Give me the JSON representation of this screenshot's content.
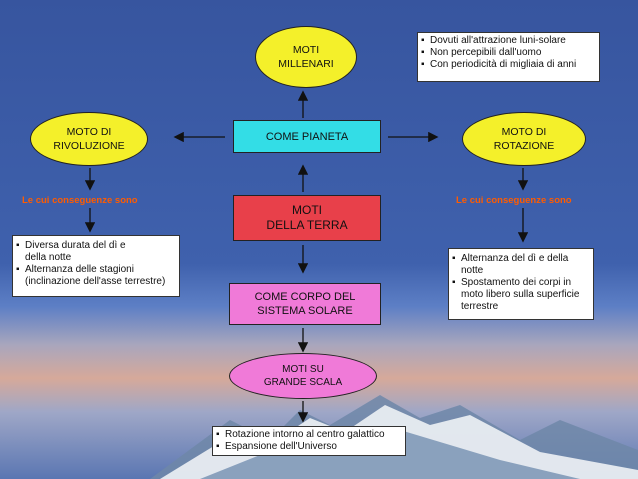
{
  "center": {
    "line1": "MOTI",
    "line2": "DELLA TERRA"
  },
  "planet": {
    "label": "COME PIANETA"
  },
  "solar_body": {
    "line1": "COME CORPO DEL",
    "line2": "SISTEMA SOLARE"
  },
  "millenari": {
    "line1": "MOTI",
    "line2": "MILLENARI"
  },
  "rivoluzione": {
    "line1": "MOTO DI",
    "line2": "RIVOLUZIONE"
  },
  "rotazione": {
    "line1": "MOTO DI",
    "line2": "ROTAZIONE"
  },
  "grande_scala": {
    "line1": "MOTI SU",
    "line2": "GRANDE SCALA"
  },
  "consequences_label_left": "Le cui conseguenze sono",
  "consequences_label_right": "Le cui conseguenze sono",
  "millenari_list": [
    "Dovuti all'attrazione luni-solare",
    "Non percepibili dall'uomo",
    "Con periodicità di migliaia di anni"
  ],
  "rivoluzione_list": [
    "Diversa durata del dì e della notte",
    "Alternanza delle stagioni (inclinazione dell'asse terrestre)"
  ],
  "rotazione_list": [
    "Alternanza del dì e della notte",
    "Spostamento dei corpi in moto libero sulla superficie terrestre"
  ],
  "grande_scala_list": [
    "Rotazione intorno al centro galattico",
    "Espansione dell'Universo"
  ],
  "colors": {
    "center": "#e8404a",
    "planet": "#33dde6",
    "solar_body": "#f07ad8",
    "millenari": "#f4f02a",
    "rivoluzione": "#f4f02a",
    "rotazione": "#f4f02a",
    "grande_scala": "#f07ad8",
    "consequences": "#ff5c00"
  }
}
